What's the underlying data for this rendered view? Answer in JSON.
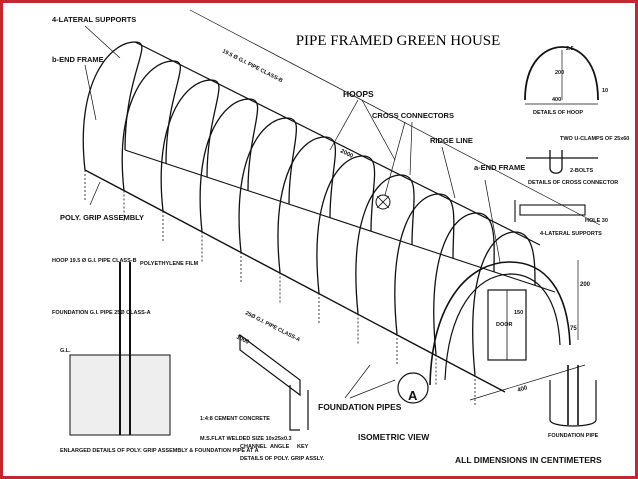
{
  "title": "PIPE FRAMED GREEN HOUSE",
  "labels": {
    "lateral_supports": "4-LATERAL SUPPORTS",
    "b_end_frame": "b-END FRAME",
    "poly_grip": "POLY. GRIP ASSEMBLY",
    "hoops": "HOOPS",
    "cross_connectors": "CROSS CONNECTORS",
    "ridge_line": "RIDGE LINE",
    "a_end_frame": "a-END FRAME",
    "foundation_pipes": "FOUNDATION PIPES",
    "isometric_view": "ISOMETRIC VIEW",
    "all_dimensions": "ALL DIMENSIONS IN CENTIMETERS",
    "pipe_spec_top": "19.5 Ø G.I. PIPE CLASS-B",
    "pipe_spec_bottom": "25Ø G.I. PIPE CLASS-A",
    "dim_length": "2000",
    "dim_width": "400",
    "dim_height": "200",
    "dim_door": "150",
    "details_hoop": "DETAILS OF HOOP",
    "hoop_dims": [
      "2.5",
      "200",
      "400",
      "10"
    ],
    "two_u_clamps": "TWO U-CLAMPS OF 25x60",
    "bolts": "2-BOLTS",
    "details_cross_connector": "DETAILS OF CROSS CONNECTOR",
    "lateral_support_detail": "4-LATERAL SUPPORTS",
    "hole_spec": "HOLE 30",
    "foundation_pipe": "FOUNDATION PIPE",
    "hoop_spec": "HOOP 19.5 Ø G.I. PIPE CLASS-B",
    "polyethylene_film": "POLYETHYLENE FILM",
    "foundation_spec": "FOUNDATION G.I. PIPE 25Ø CLASS-A",
    "gl": "G.L.",
    "cement_concrete": "1:4:8 CEMENT CONCRETE",
    "flat_welded": "M.S.FLAT WELDED SIZE 10x25x0.3",
    "channel": "CHANNEL",
    "angle": "ANGLE",
    "key": "KEY",
    "details_poly_grip": "DETAILS OF POLY. GRIP ASSLY.",
    "enlarged_details": "ENLARGED DETAILS OF POLY. GRIP ASSEMBLY & FOUNDATION PIPE AT A",
    "callout_a": "A",
    "door_label": "DOOR",
    "dim_75": "75",
    "dim_1000": "1000"
  }
}
